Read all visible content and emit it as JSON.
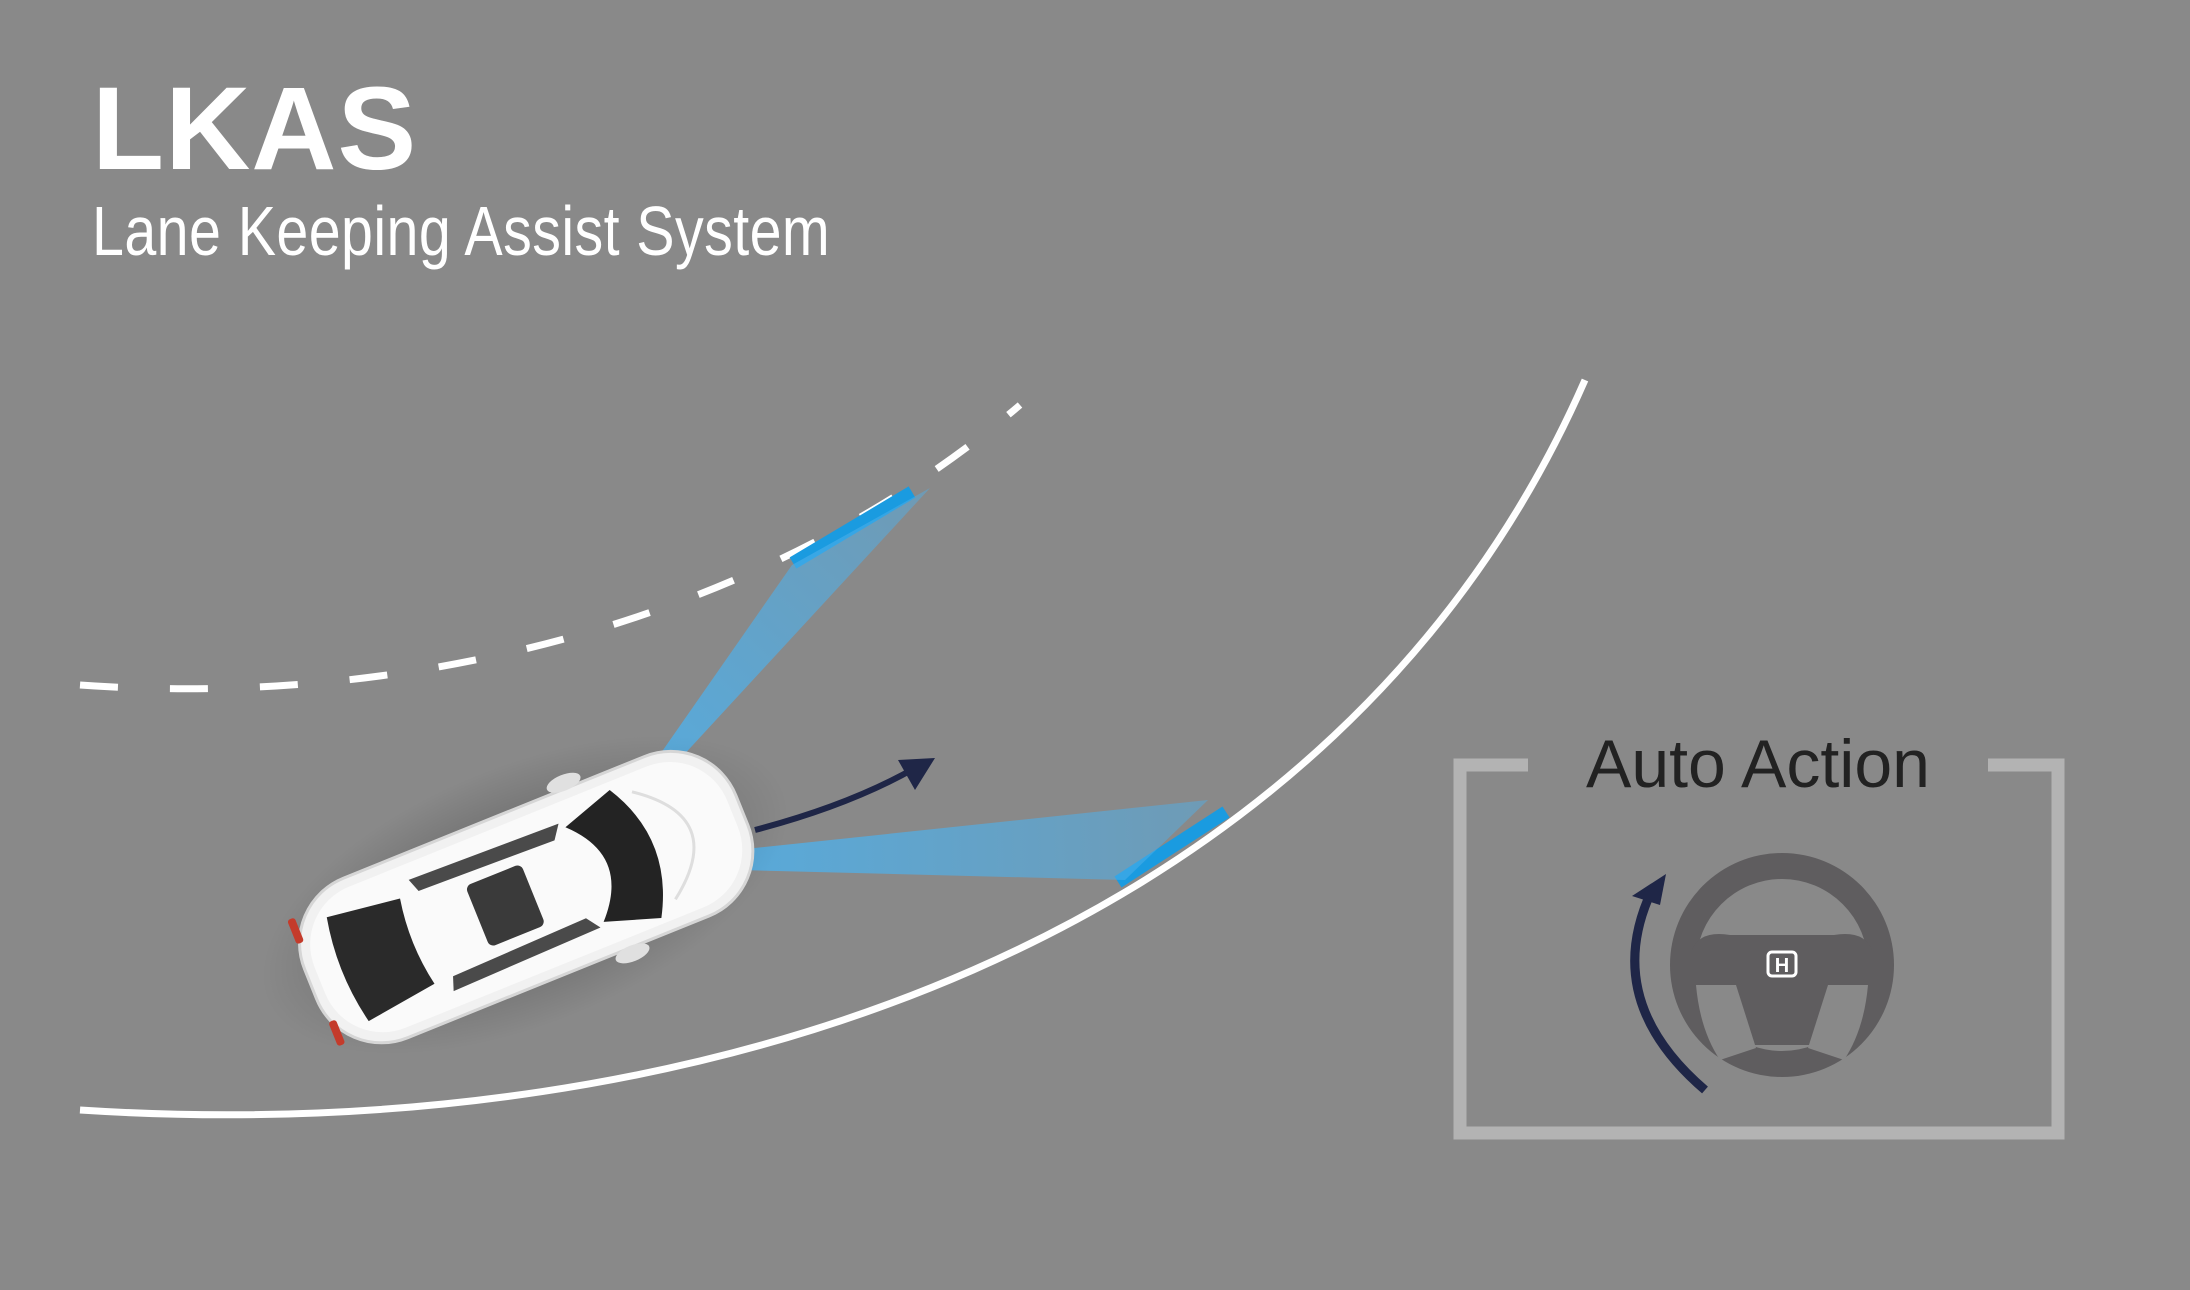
{
  "header": {
    "title": "LKAS",
    "subtitle": "Lane Keeping Assist System"
  },
  "panel": {
    "label": "Auto Action",
    "icon": "steering-wheel-icon",
    "emblem": "H"
  },
  "colors": {
    "background": "#898989",
    "lane_line": "#ffffff",
    "detection_highlight": "#1a9be0",
    "camera_beam": "#5fb4e6",
    "arrow": "#1f2647",
    "steering_wheel": "#5f5d5f",
    "panel_frame": "#b3b3b3"
  }
}
